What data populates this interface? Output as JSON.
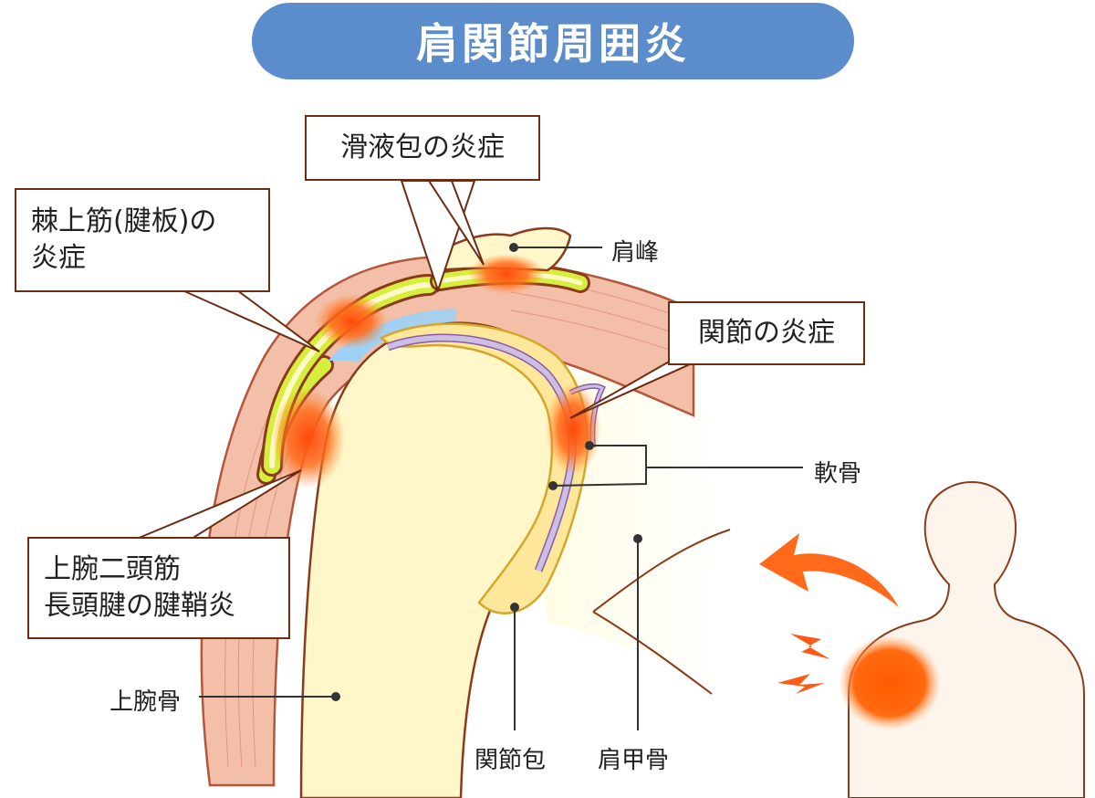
{
  "title": "肩関節周囲炎",
  "callouts": {
    "bursa": "滑液包の炎症",
    "supraspinatus_line1": "棘上筋(腱板)の",
    "supraspinatus_line2": "炎症",
    "joint": "関節の炎症",
    "biceps_line1": "上腕二頭筋",
    "biceps_line2": "長頭腱の腱鞘炎"
  },
  "labels": {
    "acromion": "肩峰",
    "cartilage": "軟骨",
    "humerus": "上腕骨",
    "joint_capsule": "関節包",
    "scapula": "肩甲骨"
  },
  "colors": {
    "title_bg": "#5b8ccb",
    "callout_border": "#6b2c12",
    "inflammation": "#ff5a14",
    "bone": "#fff6c9",
    "muscle": "#f2b9a3",
    "tendon": "#d8ee3c",
    "bursa": "#9fd0f5",
    "cartilage": "#cdbfe3",
    "skin": "#fdf4ec"
  }
}
